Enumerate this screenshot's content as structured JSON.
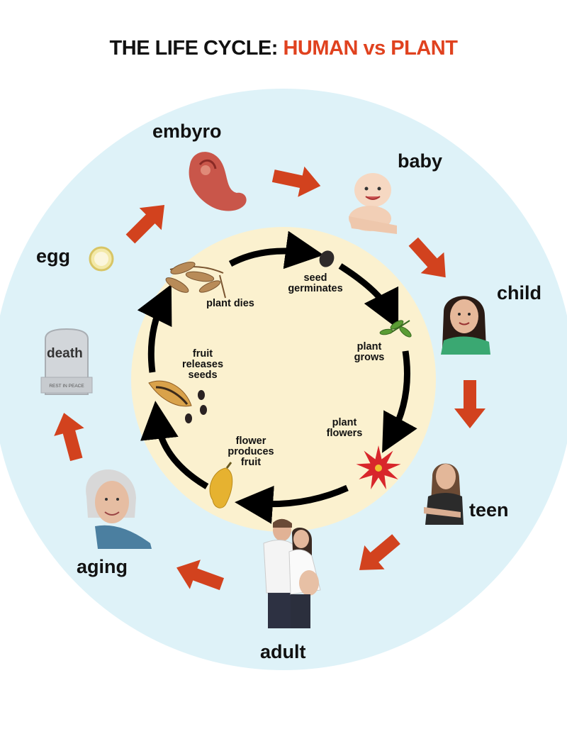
{
  "title": {
    "part1": "THE LIFE CYCLE: ",
    "part2": "HUMAN vs PLANT"
  },
  "colors": {
    "outer_ring": "#def2f8",
    "inner_circle": "#fbf1cf",
    "human_arrow": "#d2421e",
    "title_accent": "#e0421f",
    "plant_arrow": "#000000"
  },
  "human_stages": {
    "egg": "egg",
    "embyro": "embyro",
    "baby": "baby",
    "child": "child",
    "teen": "teen",
    "adult": "adult",
    "aging": "aging",
    "death": "death",
    "headstone_text": "REST IN PEACE"
  },
  "plant_stages": {
    "seed_germinates": [
      "seed",
      "germinates"
    ],
    "plant_grows": [
      "plant",
      "grows"
    ],
    "plant_flowers": [
      "plant",
      "flowers"
    ],
    "flower_produces_fruit": [
      "flower",
      "produces",
      "fruit"
    ],
    "fruit_releases_seeds": [
      "fruit",
      "releases",
      "seeds"
    ],
    "plant_dies": "plant dies"
  }
}
